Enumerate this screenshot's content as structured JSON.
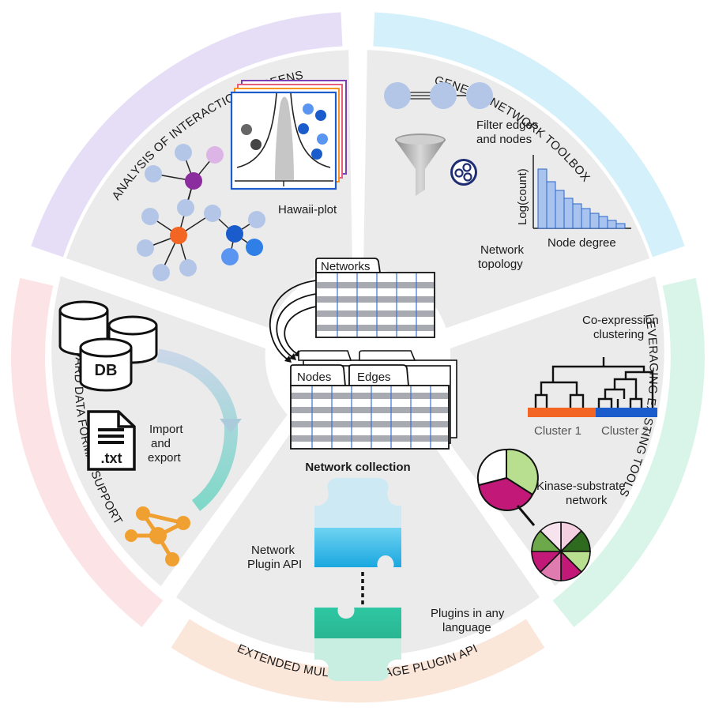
{
  "ring_labels": {
    "top_left": "ANALYSIS OF INTERACTION SCREENS",
    "top_right": "GENERIC NETWORK TOOLBOX",
    "right": "LEVERAGING EXISTING TOOLS",
    "bottom": "EXTENDED MULTI-LANGUAGE PLUGIN API",
    "left": "STANDARD DATA FORMAT SUPPORT"
  },
  "center": {
    "networks_tab": "Networks",
    "nodes_tab": "Nodes",
    "edges_tab": "Edges",
    "caption": "Network collection"
  },
  "screens": {
    "hawaii": "Hawaii-plot"
  },
  "toolbox": {
    "filter_line1": "Filter edges",
    "filter_line2": "and nodes",
    "ylabel": "Log(count)",
    "xlabel": "Node degree",
    "topology_line1": "Network",
    "topology_line2": "topology"
  },
  "tools": {
    "coexp_line1": "Co-expression",
    "coexp_line2": "clustering",
    "cluster1": "Cluster 1",
    "cluster2": "Cluster 2",
    "kinase_line1": "Kinase-substrate",
    "kinase_line2": "network"
  },
  "plugin": {
    "api_line1": "Network",
    "api_line2": "Plugin API",
    "any_line1": "Plugins in any",
    "any_line2": "language"
  },
  "formats": {
    "db": "DB",
    "txt": ".txt",
    "import_line1": "Import",
    "import_line2": "and",
    "import_line3": "export"
  },
  "colors": {
    "ring_purple": "#e6def6",
    "ring_cyan": "#d4f0fa",
    "ring_green": "#d9f4e8",
    "ring_peach": "#fbe6da",
    "ring_pink": "#fbe3e6",
    "panel_gray": "#ebebeb",
    "orange": "#f26522",
    "blue": "#1a5ccc",
    "purple": "#8b2d9e",
    "light_node": "#b3c6e7"
  }
}
